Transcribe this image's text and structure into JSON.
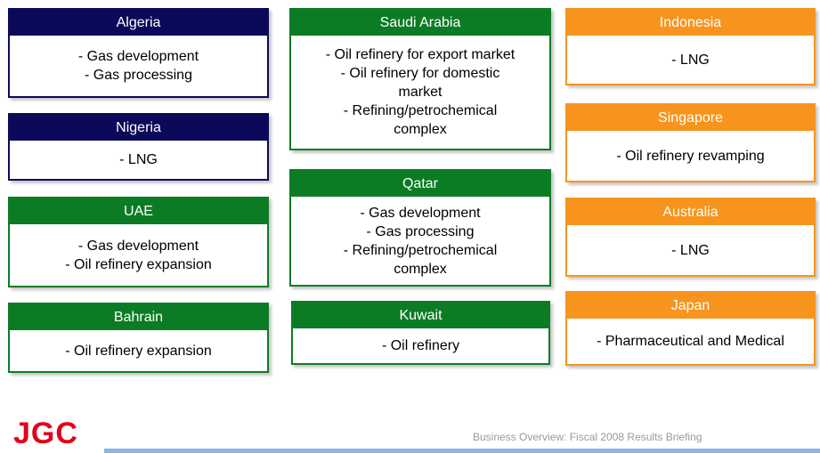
{
  "cards": {
    "algeria": {
      "title": "Algeria",
      "items": [
        "- Gas development",
        "- Gas processing"
      ]
    },
    "nigeria": {
      "title": "Nigeria",
      "items": [
        "- LNG"
      ]
    },
    "uae": {
      "title": "UAE",
      "items": [
        "- Gas development",
        "- Oil refinery expansion"
      ]
    },
    "bahrain": {
      "title": "Bahrain",
      "items": [
        "- Oil refinery expansion"
      ]
    },
    "saudi_arabia": {
      "title": "Saudi Arabia",
      "items": [
        "- Oil refinery for export market",
        "- Oil refinery for domestic",
        "market",
        "- Refining/petrochemical",
        "complex"
      ]
    },
    "qatar": {
      "title": "Qatar",
      "items": [
        "- Gas development",
        "- Gas processing",
        "- Refining/petrochemical",
        "complex"
      ]
    },
    "kuwait": {
      "title": "Kuwait",
      "items": [
        "- Oil refinery"
      ]
    },
    "indonesia": {
      "title": "Indonesia",
      "items": [
        "- LNG"
      ]
    },
    "singapore": {
      "title": "Singapore",
      "items": [
        "- Oil refinery revamping"
      ]
    },
    "australia": {
      "title": "Australia",
      "items": [
        "- LNG"
      ]
    },
    "japan": {
      "title": "Japan",
      "items": [
        "- Pharmaceutical and Medical"
      ]
    }
  },
  "logo": {
    "text": "JGC"
  },
  "footer": {
    "text": "Business Overview: Fiscal 2008 Results Briefing"
  },
  "colors": {
    "africa_header": "#0b0a5a",
    "middle_east_header": "#0c7c24",
    "asia_pacific_header": "#f7941d",
    "logo_red": "#e3001b",
    "footer_line": "#8fb4e3"
  }
}
